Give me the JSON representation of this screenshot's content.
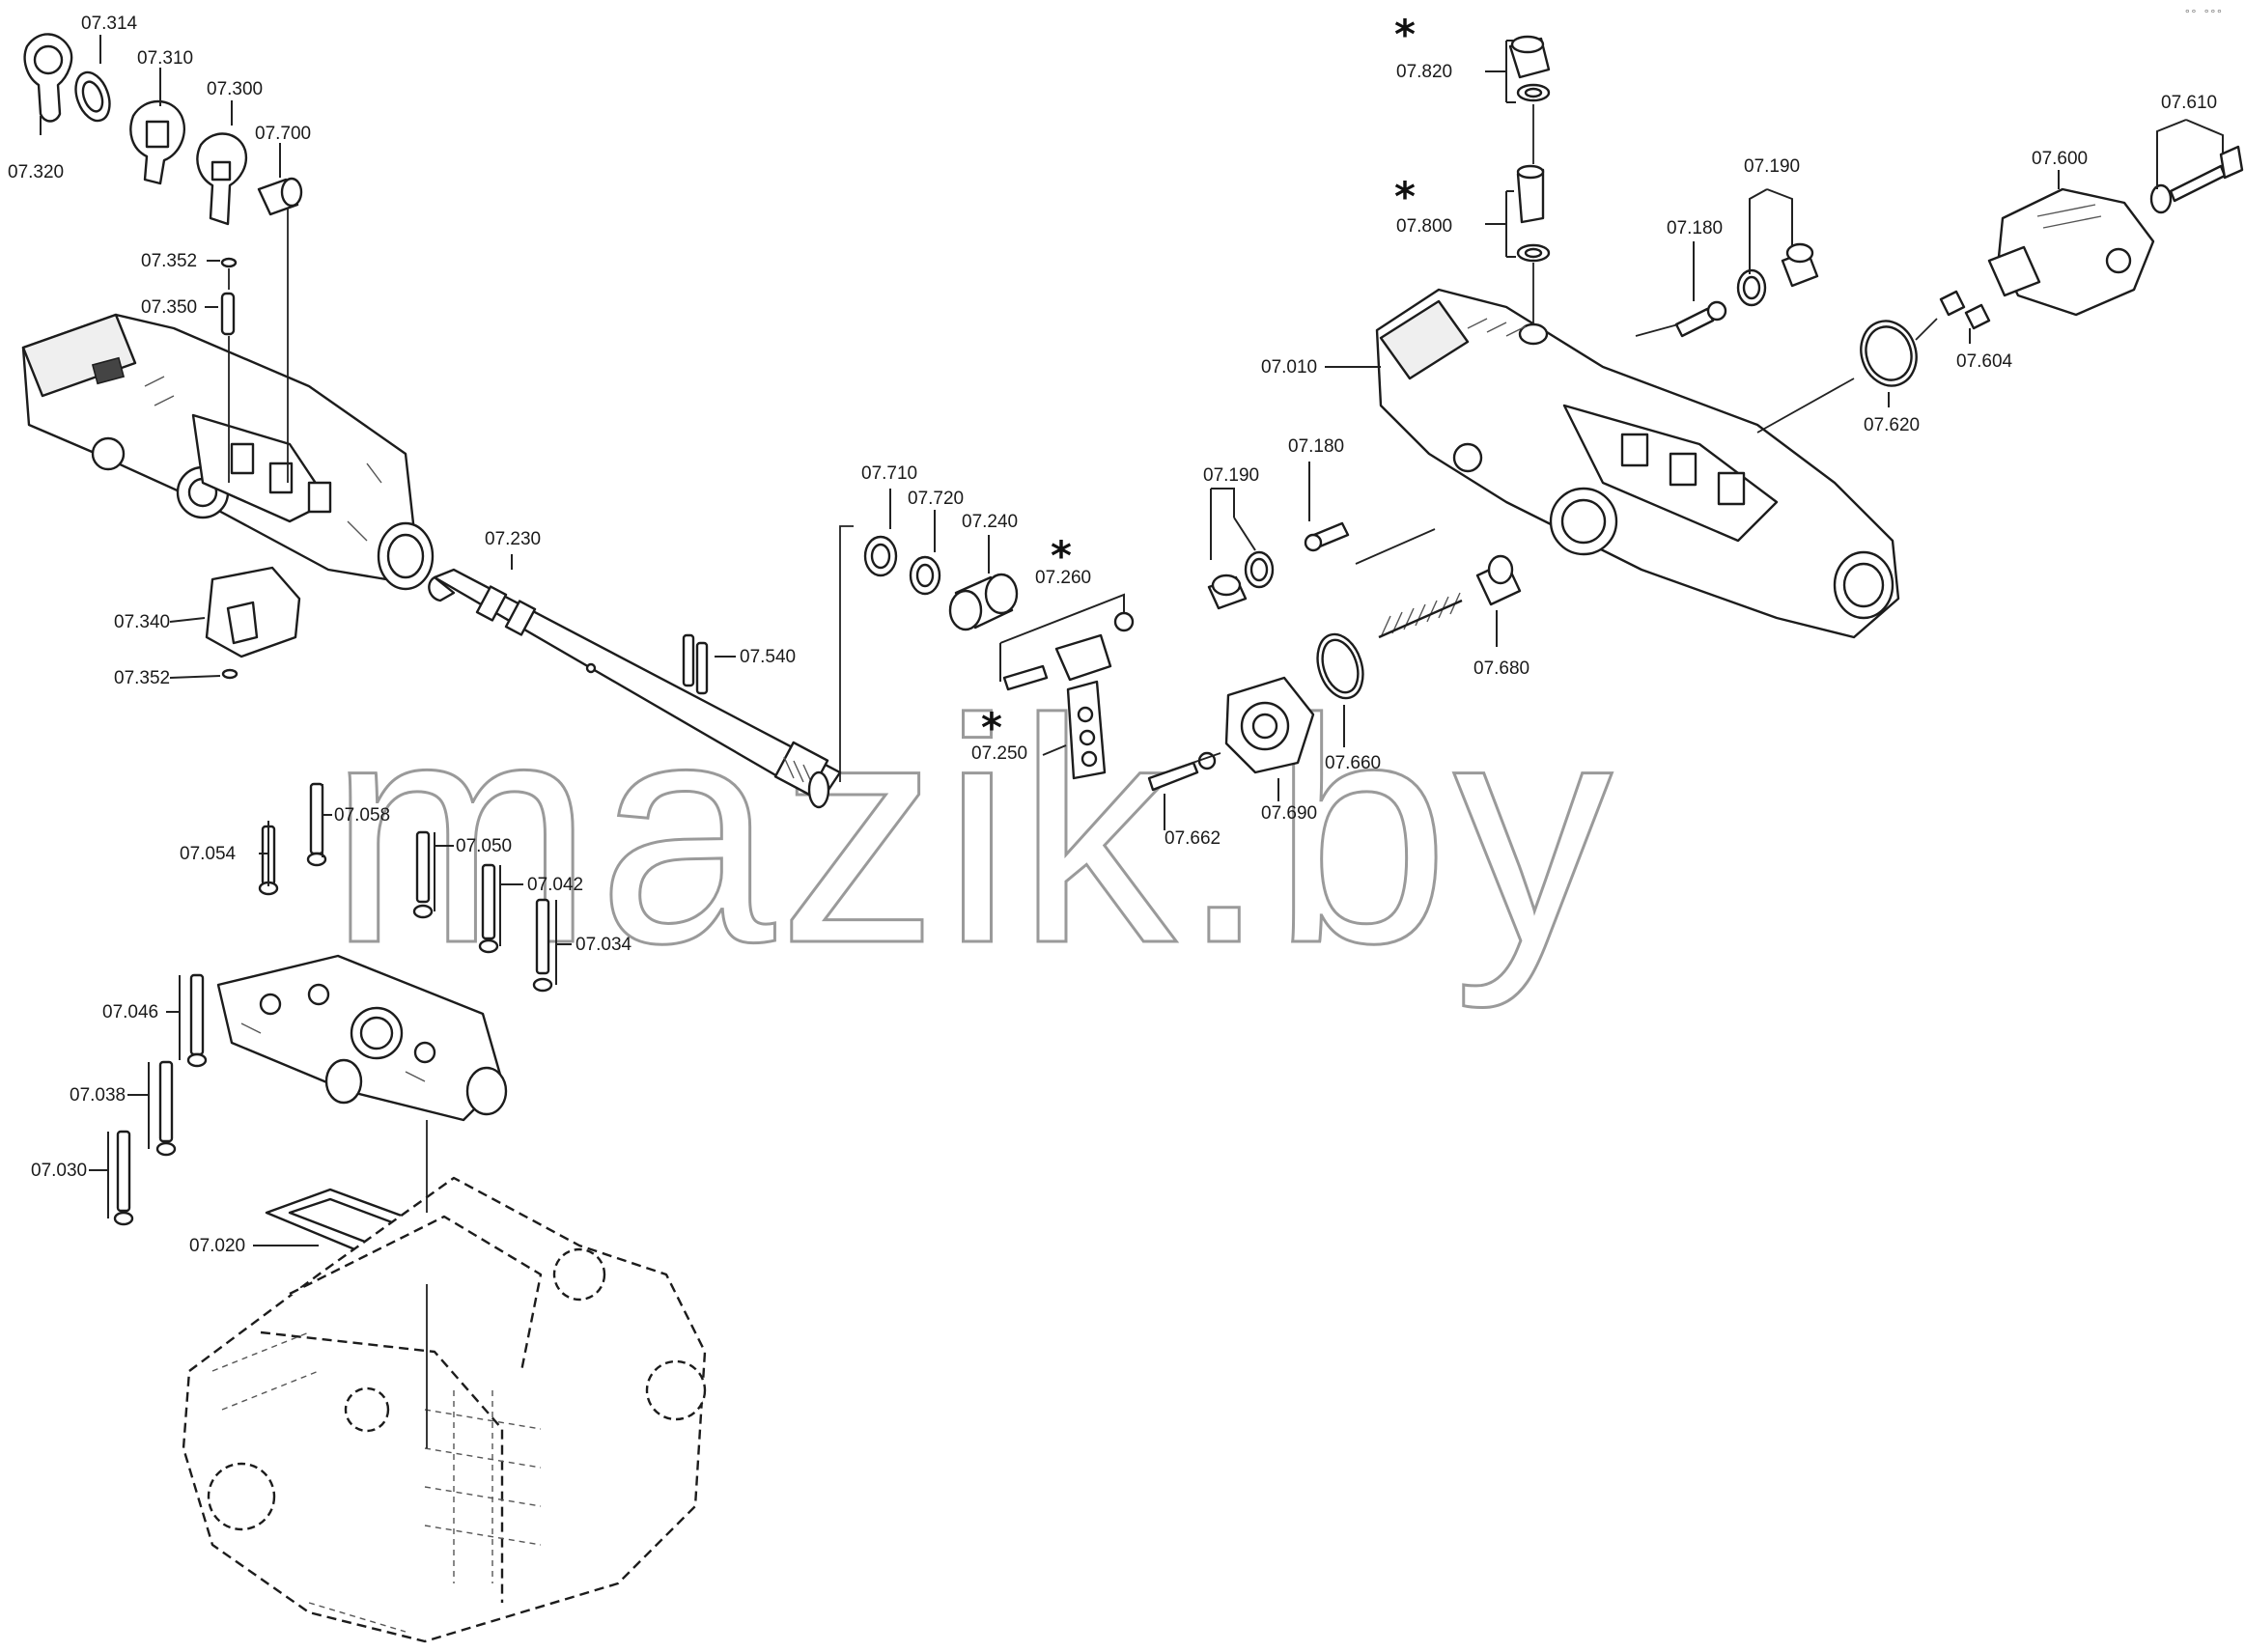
{
  "diagram": {
    "watermark": "mazik.by",
    "corner_mark": "°° °°°",
    "star_symbol": "*",
    "labels": {
      "l07314": "07.314",
      "l07310": "07.310",
      "l07300": "07.300",
      "l07700": "07.700",
      "l07320": "07.320",
      "l07352a": "07.352",
      "l07350": "07.350",
      "l07340": "07.340",
      "l07352b": "07.352",
      "l07230": "07.230",
      "l07540": "07.540",
      "l07710": "07.710",
      "l07720": "07.720",
      "l07240": "07.240",
      "l07260": "07.260",
      "l07250": "07.250",
      "l07662": "07.662",
      "l07690": "07.690",
      "l07660": "07.660",
      "l07680": "07.680",
      "l07190a": "07.190",
      "l07180a": "07.180",
      "l07010": "07.010",
      "l07820": "07.820",
      "l07800": "07.800",
      "l07180b": "07.180",
      "l07190b": "07.190",
      "l07620": "07.620",
      "l07604": "07.604",
      "l07600": "07.600",
      "l07610": "07.610",
      "l07054": "07.054",
      "l07058": "07.058",
      "l07050": "07.050",
      "l07042": "07.042",
      "l07034": "07.034",
      "l07046": "07.046",
      "l07038": "07.038",
      "l07030": "07.030",
      "l07020": "07.020"
    }
  }
}
